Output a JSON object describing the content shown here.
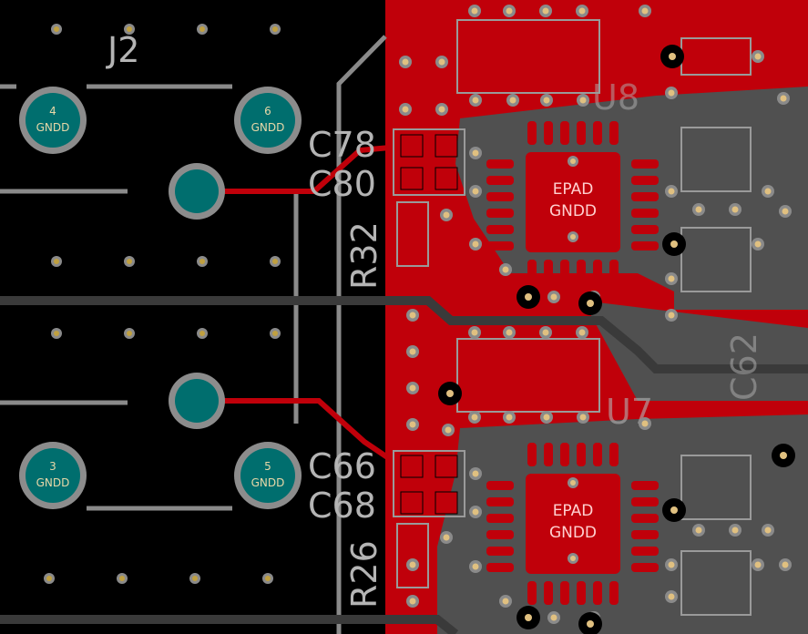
{
  "colors": {
    "background": "#000000",
    "copper_top": "#c0000a",
    "copper_bottom_gray": "#505050",
    "silkscreen": "#b4b4b4",
    "pad_teal": "#006e6e",
    "pad_ring": "#8c8c8c",
    "via": "#e0c080"
  },
  "connector": {
    "ref": "J2",
    "pads": [
      {
        "num": "4",
        "net": "GNDD"
      },
      {
        "num": "6",
        "net": "GNDD"
      },
      {
        "num": "3",
        "net": "GNDD"
      },
      {
        "num": "5",
        "net": "GNDD"
      }
    ]
  },
  "designators": {
    "c78": "C78",
    "c80": "C80",
    "r32": "R32",
    "c66": "C66",
    "c68": "C68",
    "r26": "R26",
    "u7": "U7",
    "u8": "U8",
    "c62": "C62"
  },
  "ics": [
    {
      "epad": "EPAD",
      "net": "GNDD"
    },
    {
      "epad": "EPAD",
      "net": "GNDD"
    }
  ]
}
